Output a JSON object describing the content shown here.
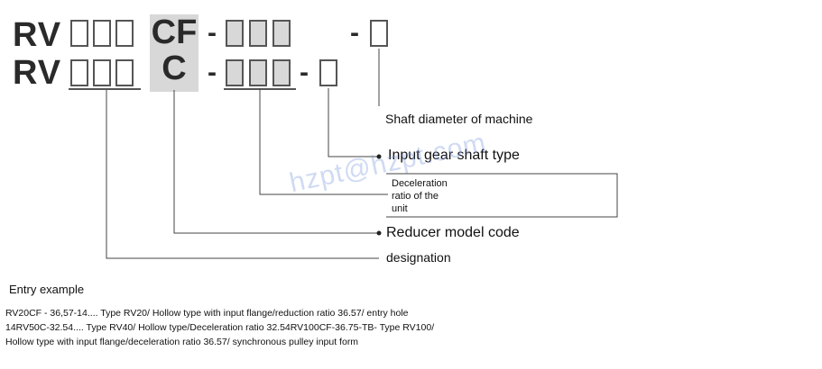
{
  "code_rows": [
    {
      "prefix": "RV",
      "variant": "CF"
    },
    {
      "prefix": "RV",
      "variant": "C"
    }
  ],
  "dash": "-",
  "labels": {
    "shaft_diameter": "Shaft diameter of machine",
    "input_gear": "Input gear shaft type",
    "deceleration": [
      "Deceleration",
      "ratio of the",
      "unit"
    ],
    "reducer_model": "Reducer model code",
    "designation": "designation"
  },
  "watermark": "hzpt@hzpt.com",
  "entry": {
    "title": "Entry example",
    "lines": [
      "RV20CF - 36,57-14.... Type RV20/ Hollow type with input flange/reduction ratio 36.57/ entry hole",
      "14RV50C-32.54.... Type RV40/ Hollow type/Deceleration ratio 32.54RV100CF-36.75-TB- Type RV100/",
      "Hollow type with input flange/deceleration ratio 36.57/ synchronous pulley input form"
    ]
  }
}
